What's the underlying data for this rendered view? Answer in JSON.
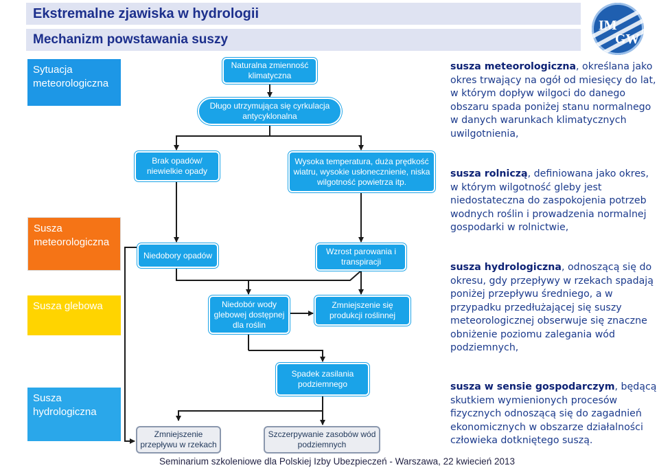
{
  "title": "Ekstremalne zjawiska w hydrologii",
  "subtitle": "Mechanizm powstawania suszy",
  "logo": {
    "text_top": "IM",
    "text_bottom": "GW"
  },
  "side_labels": [
    "Sytuacja meteorologiczna",
    "Susza meteorologiczna",
    "Susza glebowa",
    "Susza hydrologiczna"
  ],
  "diagram": {
    "n1": "Naturalna zmienność klimatyczna",
    "n2": "Długo utrzymująca się cyrkulacja antycyklonalna",
    "n3": "Brak opadów/ niewielkie opady",
    "n4": "Wysoka temperatura, duża prędkość wiatru, wysokie usłonecznienie, niska wilgotność powietrza itp.",
    "n5": "Niedobory opadów",
    "n6": "Wzrost parowania i transpiracji",
    "n7": "Niedobór wody glebowej dostępnej dla roślin",
    "n8": "Zmniejszenie się produkcji roślinnej",
    "n9": "Spadek zasilania podziemnego",
    "n10": "Zmniejszenie przepływu w rzekach",
    "n11": "Szczerpywanie zasobów wód podziemnych"
  },
  "definitions": [
    {
      "term": "susza meteorologiczna",
      "text": ", określana jako okres trwający na ogół od miesięcy do lat, w którym dopływ wilgoci do danego obszaru spada poniżej stanu normalnego w danych warunkach klimatycznych uwilgotnienia,"
    },
    {
      "term": "susza rolniczą",
      "text": ", definiowana jako okres, w którym wilgotność gleby jest niedostateczna do zaspokojenia potrzeb wodnych roślin i prowadzenia normalnej gospodarki w rolnictwie,"
    },
    {
      "term": "susza hydrologiczna",
      "text": ", odnoszącą się do okresu, gdy przepływy w rzekach spadają poniżej przepływu średniego, a w przypadku przedłużającej się suszy meteorologicznej obserwuje się znaczne obniżenie poziomu zalegania wód podziemnych,"
    },
    {
      "term": "susza w sensie gospodarczym",
      "text": ", będącą skutkiem wymienionych procesów fizycznych odnoszącą się do zagadnień ekonomicznych w obszarze działalności człowieka dotkniętego suszą."
    }
  ],
  "footer": "Seminarium szkoleniowe dla Polskiej Izby Ubezpieczeń - Warszawa, 22 kwiecień 2013",
  "colors": {
    "title_bg": "#dfe3f2",
    "title_text": "#1c2f8c",
    "box_blue": "#1aa3e8",
    "arrow": "#1b1b1b",
    "side_blue": "#1d97e6",
    "side_orange": "#f57416",
    "side_yellow": "#ffd400",
    "def_text": "#1b3a8c"
  }
}
